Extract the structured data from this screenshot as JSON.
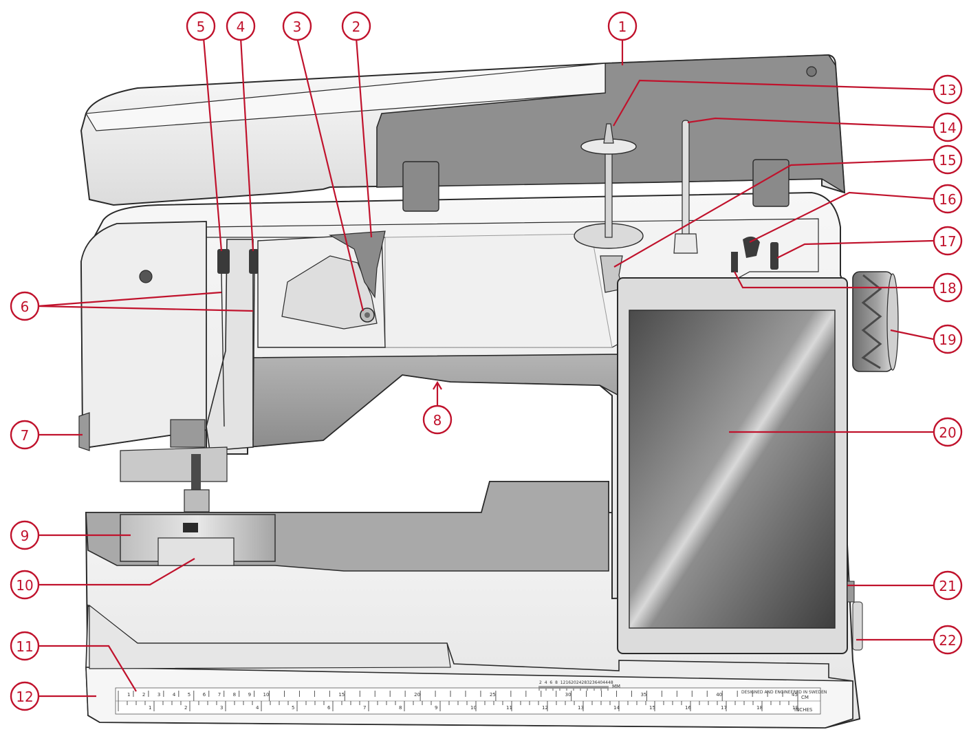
{
  "callouts": [
    {
      "id": "1"
    },
    {
      "id": "2"
    },
    {
      "id": "3"
    },
    {
      "id": "4"
    },
    {
      "id": "5"
    },
    {
      "id": "6"
    },
    {
      "id": "7"
    },
    {
      "id": "8"
    },
    {
      "id": "9"
    },
    {
      "id": "10"
    },
    {
      "id": "11"
    },
    {
      "id": "12"
    },
    {
      "id": "13"
    },
    {
      "id": "14"
    },
    {
      "id": "15"
    },
    {
      "id": "16"
    },
    {
      "id": "17"
    },
    {
      "id": "18"
    },
    {
      "id": "19"
    },
    {
      "id": "20"
    },
    {
      "id": "21"
    },
    {
      "id": "22"
    }
  ],
  "ruler": {
    "mm_label": "MM",
    "cm_label": "CM",
    "inches_label": "INCHES",
    "designed_text": "DESIGNED AND ENGINEERED IN SWEDEN",
    "cm_numbers": [
      "1",
      "2",
      "3",
      "4",
      "5",
      "6",
      "7",
      "8",
      "9",
      "10",
      "15",
      "20",
      "25",
      "30",
      "35",
      "40",
      "45"
    ],
    "inch_numbers": [
      "1",
      "2",
      "3",
      "4",
      "5",
      "6",
      "7",
      "8",
      "9",
      "10",
      "11",
      "12",
      "13",
      "14",
      "15",
      "16",
      "17",
      "18",
      "19"
    ],
    "mm_scale": [
      "2",
      "4",
      "6",
      "8",
      "12",
      "16",
      "20",
      "24",
      "28",
      "32",
      "36",
      "40",
      "44",
      "48"
    ]
  },
  "colors": {
    "accent": "#c0122c",
    "machine_light": "#f1f1f1",
    "machine_mid": "#a8a8a8",
    "machine_dark": "#7c7c7c",
    "outline": "#2a2a2a"
  }
}
